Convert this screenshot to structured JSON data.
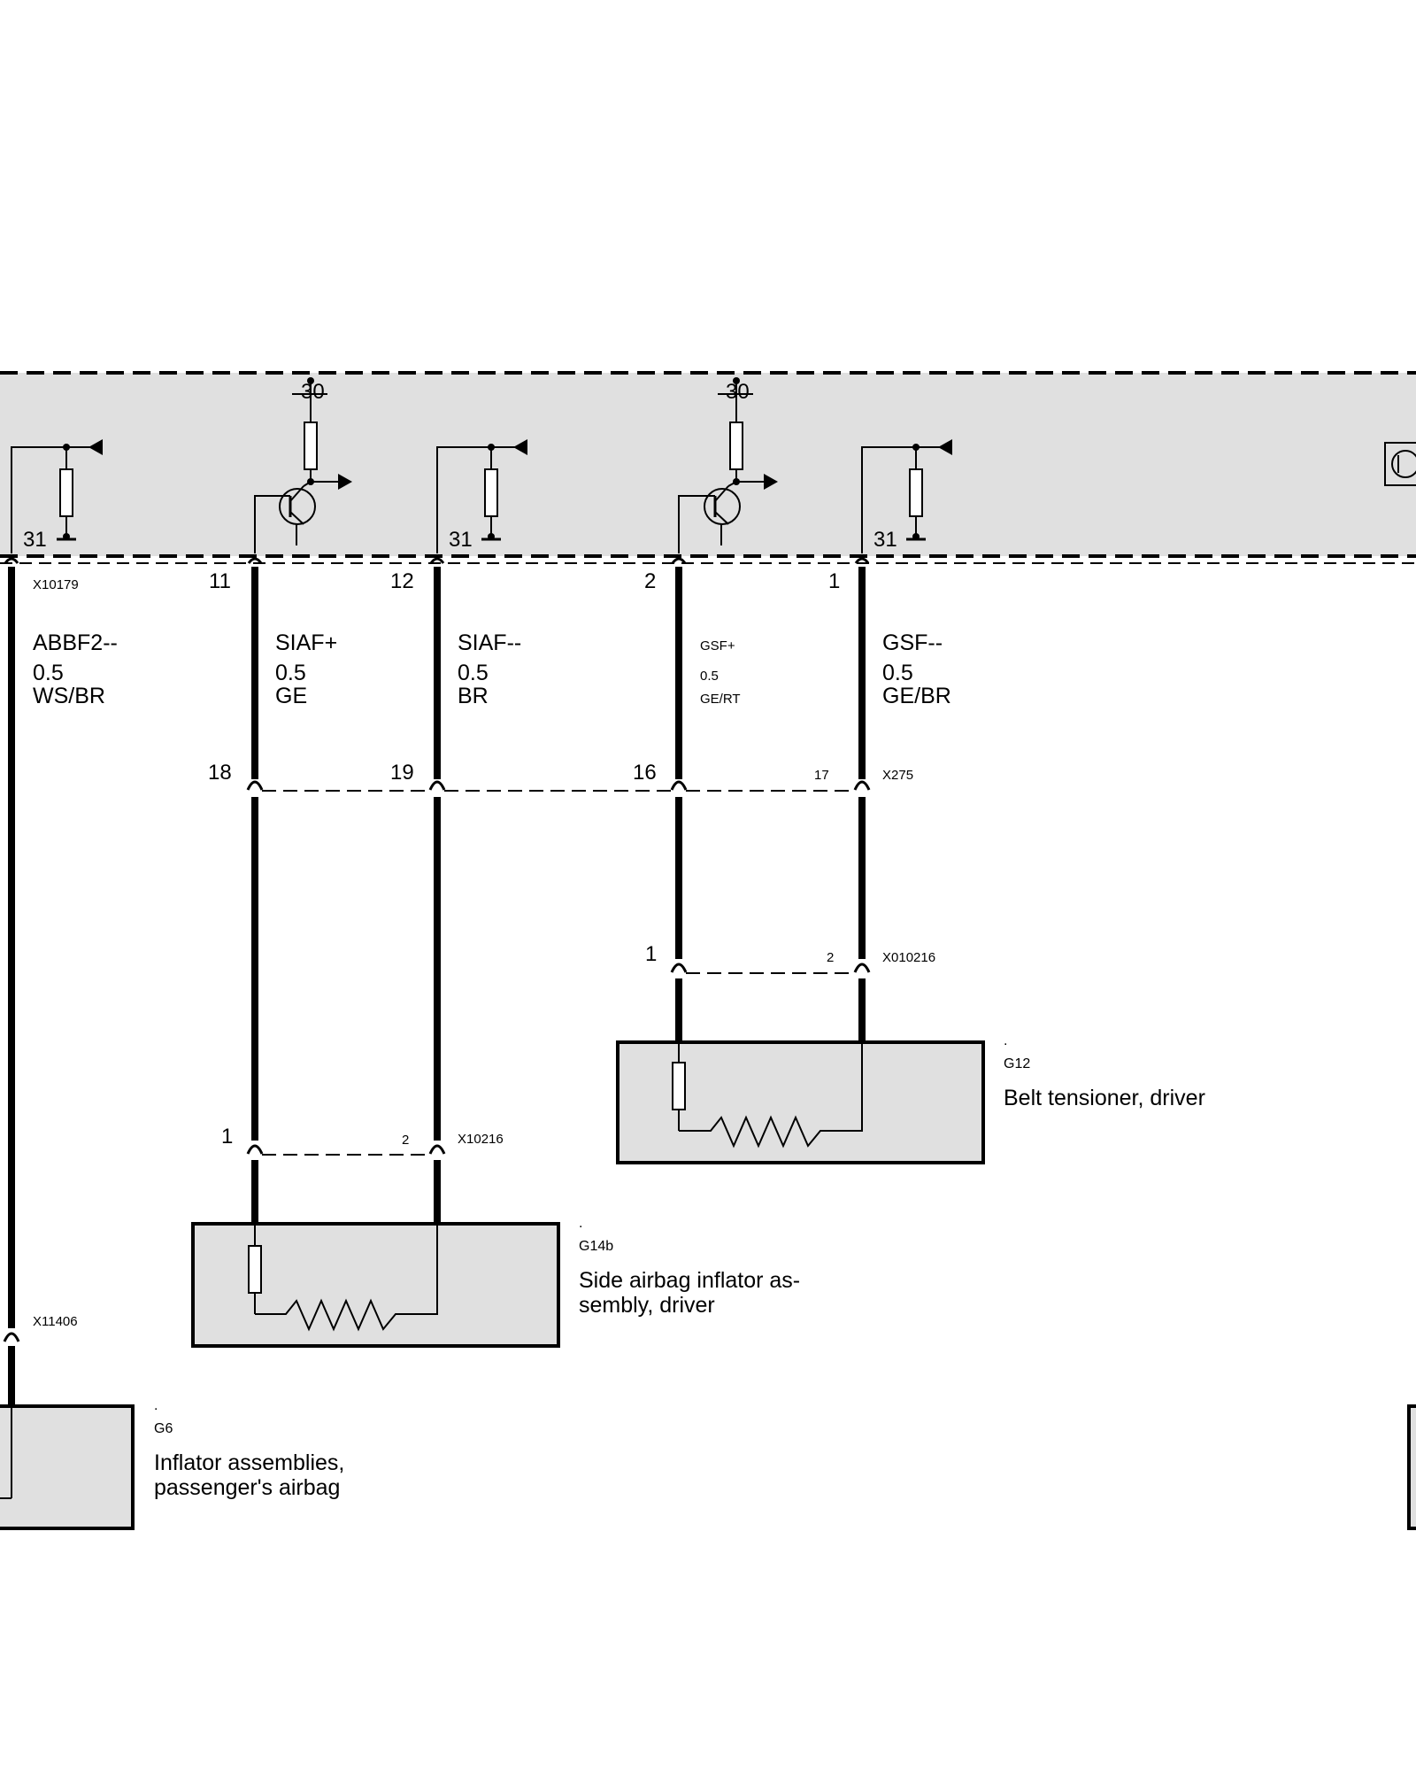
{
  "control_unit": {
    "terminal_30_a": "30",
    "terminal_30_b": "30",
    "terminal_31_a": "31",
    "terminal_31_b": "31",
    "terminal_31_c": "31"
  },
  "connectors": {
    "top_left": "X10179",
    "mid": "X275",
    "belt": "X010216",
    "side": "X10216",
    "passenger": "X11406"
  },
  "pins": {
    "top": [
      "11",
      "12",
      "2",
      "1"
    ],
    "mid": [
      "18",
      "19",
      "16",
      "17"
    ],
    "belt": [
      "1",
      "2"
    ],
    "side": [
      "1",
      "2"
    ]
  },
  "wires": [
    {
      "name": "ABBF2--",
      "gauge": "0.5",
      "color": "WS/BR"
    },
    {
      "name": "SIAF+",
      "gauge": "0.5",
      "color": "GE"
    },
    {
      "name": "SIAF--",
      "gauge": "0.5",
      "color": "BR"
    },
    {
      "name": "GSF+",
      "gauge": "0.5",
      "color": "GE/RT"
    },
    {
      "name": "GSF--",
      "gauge": "0.5",
      "color": "GE/BR"
    }
  ],
  "components": {
    "belt": {
      "dot": ".",
      "code": "G12",
      "name": "Belt tensioner, driver"
    },
    "side": {
      "dot": ".",
      "code": "G14b",
      "name_line1": "Side airbag inflator as-",
      "name_line2": "sembly, driver"
    },
    "passenger": {
      "dot": ".",
      "code": "G6",
      "name_line1": "Inflator assemblies,",
      "name_line2": "passenger's airbag"
    }
  },
  "colors": {
    "module_fill": "#e0e0e0",
    "line": "#000000"
  }
}
